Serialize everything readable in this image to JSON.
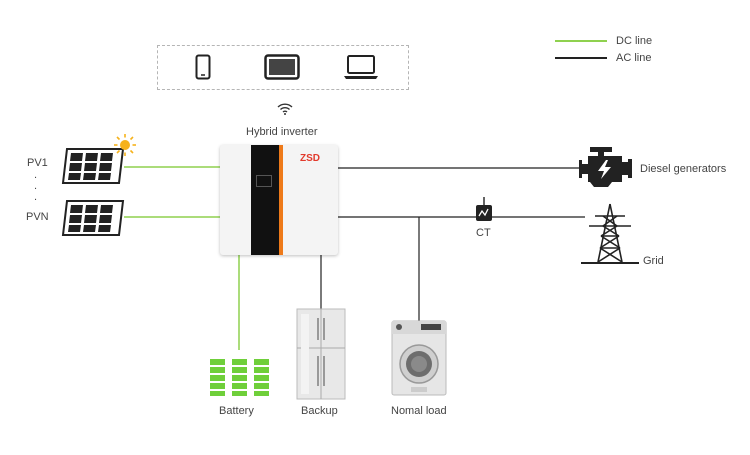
{
  "legend": {
    "dc_label": "DC line",
    "ac_label": "AC line",
    "dc_color": "#8fd14f",
    "ac_color": "#222222"
  },
  "devices": {
    "icons": [
      "phone-icon",
      "tablet-icon",
      "laptop-icon"
    ],
    "wifi_icon": "wifi-icon"
  },
  "inverter": {
    "label": "Hybrid inverter",
    "logo": "ZSD"
  },
  "pv": {
    "first_label": "PV1",
    "dots": ".\n.\n.",
    "last_label": "PVN"
  },
  "loads": {
    "diesel_label": "Diesel generators",
    "ct_label": "CT",
    "grid_label": "Grid",
    "battery_label": "Battery",
    "backup_label": "Backup",
    "normal_label": "Nomal load"
  },
  "colors": {
    "battery_green": "#6fcf3a",
    "sun": "#f6b21b",
    "orange_accent": "#ee7a1a"
  }
}
